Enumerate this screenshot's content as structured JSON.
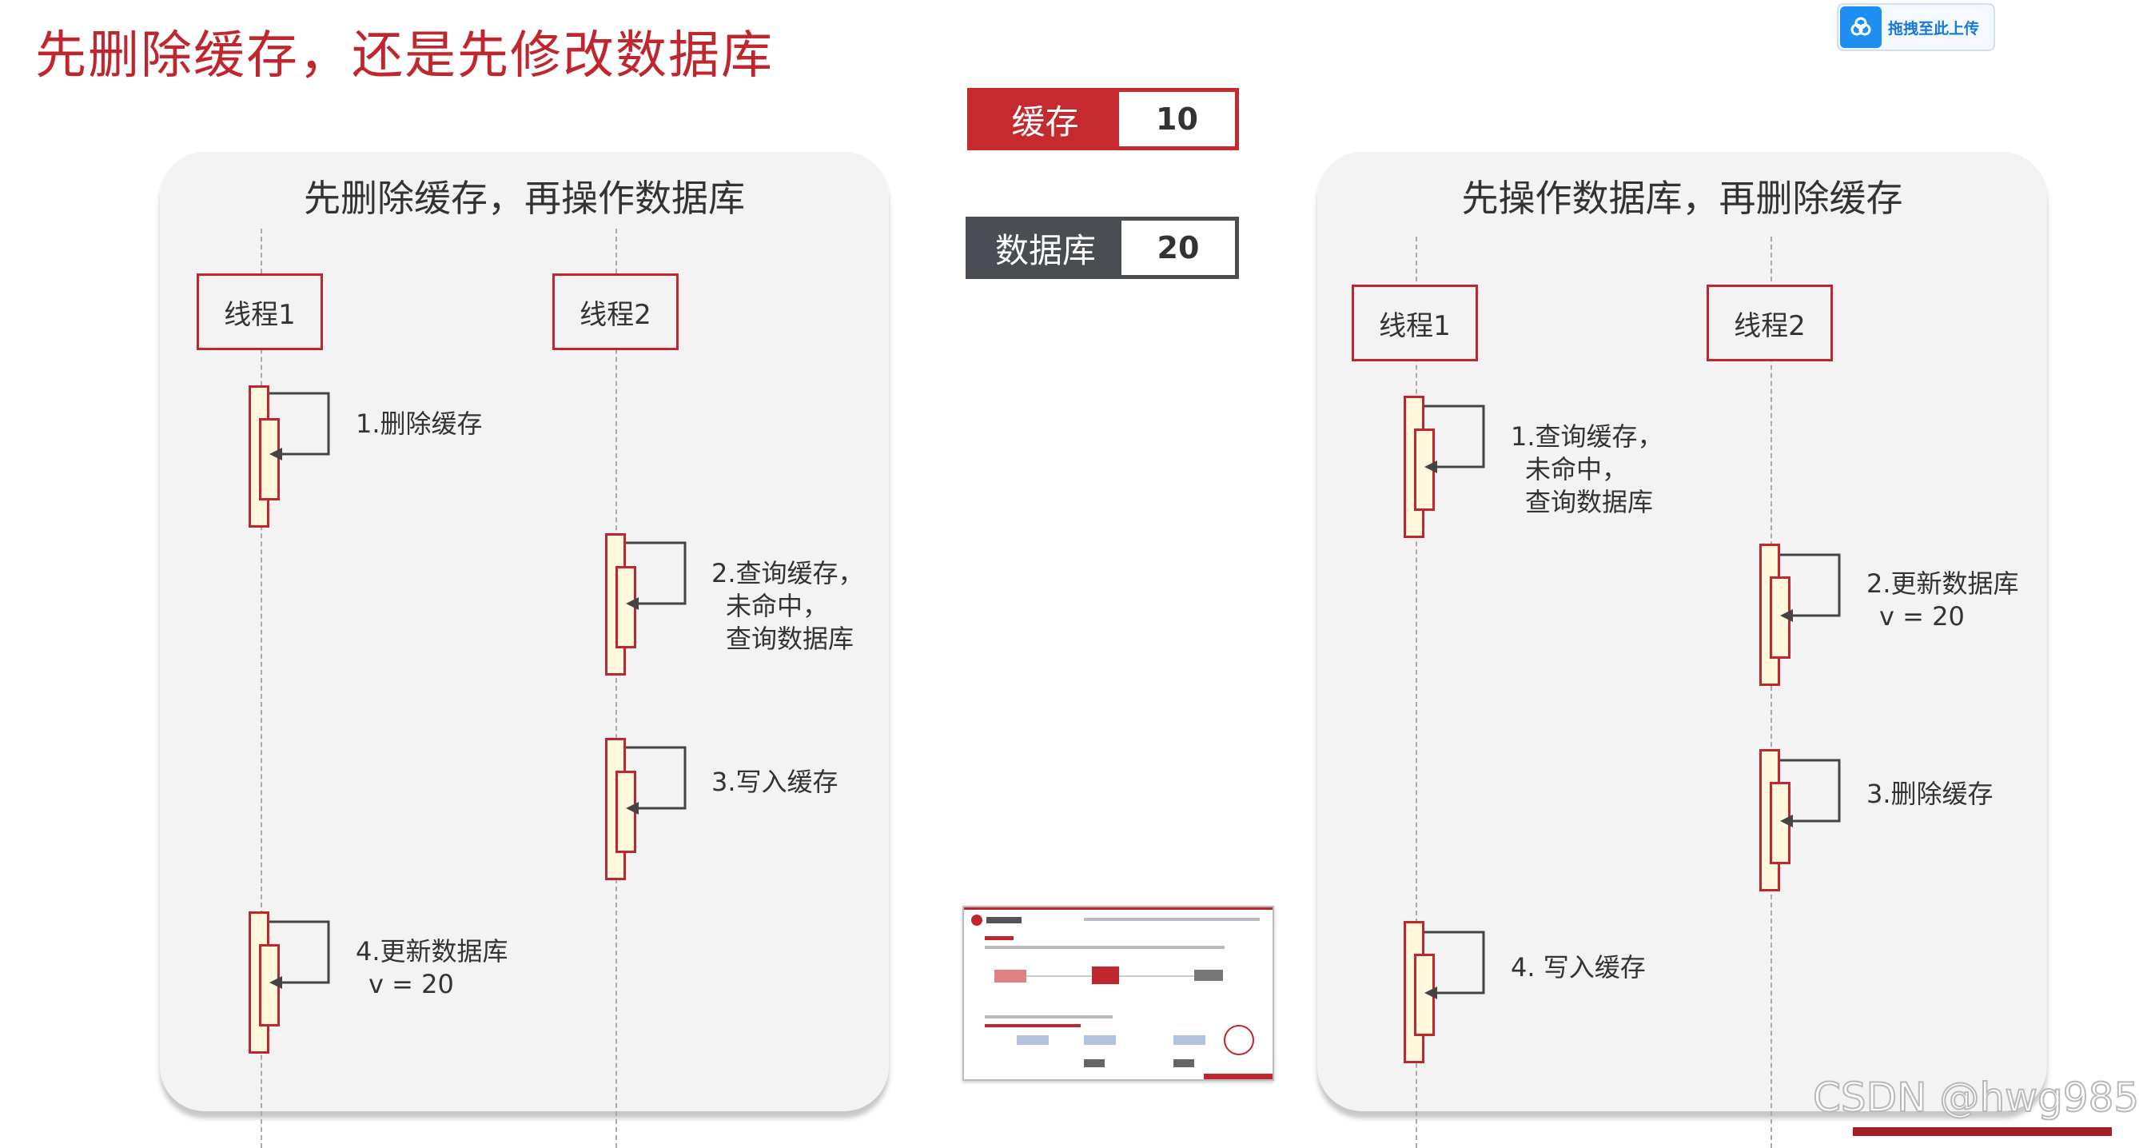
{
  "page": {
    "title": "先删除缓存，还是先修改数据库"
  },
  "upload_button": {
    "label": "拖拽至此上传",
    "icon": "cloud-upload-icon"
  },
  "state": {
    "cache": {
      "label": "缓存",
      "value": "10"
    },
    "database": {
      "label": "数据库",
      "value": "20"
    }
  },
  "left_panel": {
    "title": "先删除缓存，再操作数据库",
    "thread1": "线程1",
    "thread2": "线程2",
    "steps": [
      {
        "lines": [
          "1.删除缓存"
        ]
      },
      {
        "lines": [
          "2.查询缓存，",
          " 未命中，",
          " 查询数据库"
        ]
      },
      {
        "lines": [
          "3.写入缓存"
        ]
      },
      {
        "lines": [
          "4.更新数据库",
          "  v = 20"
        ]
      }
    ]
  },
  "right_panel": {
    "title": "先操作数据库，再删除缓存",
    "thread1": "线程1",
    "thread2": "线程2",
    "steps": [
      {
        "lines": [
          "1.查询缓存，",
          " 未命中，",
          " 查询数据库"
        ]
      },
      {
        "lines": [
          "2.更新数据库",
          "  v = 20"
        ]
      },
      {
        "lines": [
          "3.删除缓存"
        ]
      },
      {
        "lines": [
          "4. 写入缓存"
        ]
      }
    ]
  },
  "watermark": "CSDN @hwg985",
  "colors": {
    "accent_red": "#c0262d",
    "dark_gray": "#4a4e52",
    "activation_fill": "#fff8dc",
    "panel_bg": "#f3f3f3"
  }
}
